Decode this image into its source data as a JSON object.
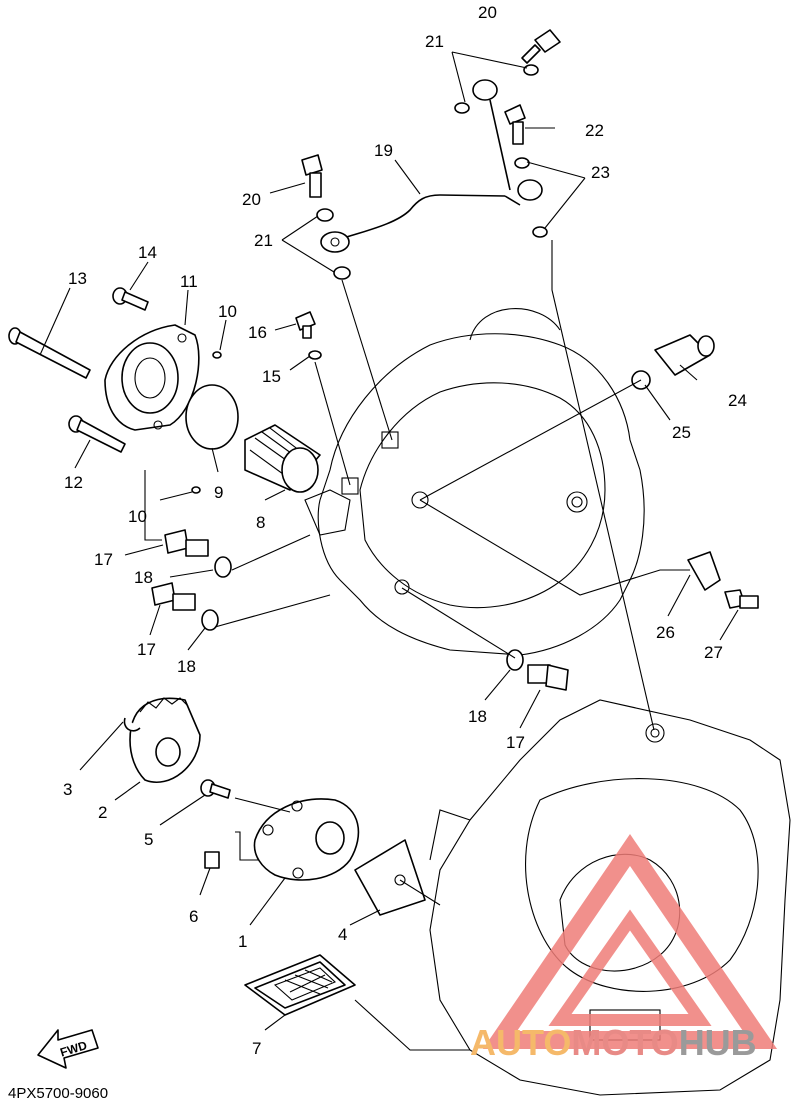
{
  "diagram": {
    "part_code": "4PX5700-9060",
    "fwd_label": "FWD",
    "watermark": {
      "part1": "AUTO",
      "part2": "MOTO",
      "part3": "HUB"
    },
    "callouts": [
      "20",
      "21",
      "22",
      "23",
      "19",
      "20",
      "21",
      "14",
      "11",
      "13",
      "10",
      "16",
      "15",
      "24",
      "25",
      "12",
      "9",
      "10",
      "8",
      "17",
      "18",
      "17",
      "18",
      "26",
      "27",
      "18",
      "17",
      "3",
      "2",
      "5",
      "6",
      "1",
      "4",
      "7"
    ]
  }
}
